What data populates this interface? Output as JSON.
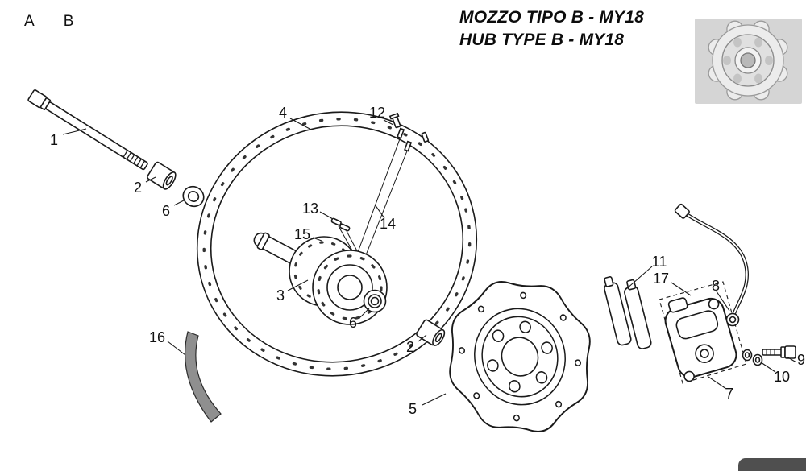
{
  "header": {
    "variant_a": "A",
    "variant_b": "B",
    "title_it": "MOZZO TIPO B - MY18",
    "title_en": "HUB TYPE B - MY18"
  },
  "callouts": {
    "axle": "1",
    "spacer_left": "2",
    "bearing_left": "6",
    "rim": "4",
    "screw": "12",
    "nipples_upper": "13",
    "spoke": "14",
    "nipple_lower": "15",
    "hub": "3",
    "bearing_right": "6",
    "spacer_right": "2",
    "rim_band": "16",
    "brake_disc": "5",
    "brake_pads": "11",
    "pad_spring": "17",
    "banjo_fitting": "8",
    "brake_caliper": "7",
    "banjo_bolt": "9",
    "washers": "10"
  },
  "colors": {
    "line": "#1a1a1a",
    "background": "#ffffff",
    "thumbnail_bg": "#d5d5d5",
    "footer_bar": "#4f4f4f",
    "band_fill": "#8f8f8f"
  }
}
